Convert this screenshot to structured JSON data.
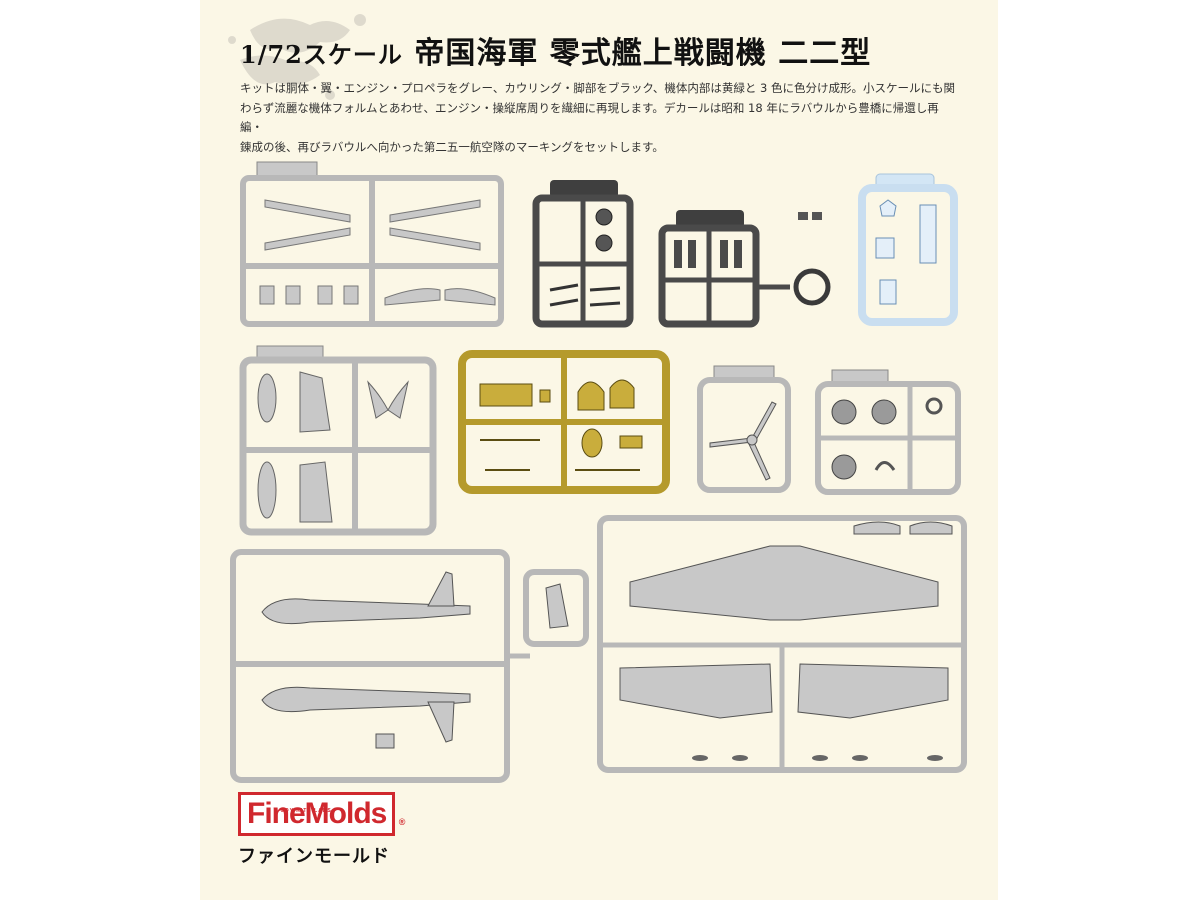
{
  "header": {
    "title_scale": "1/72スケール",
    "title_main": "帝国海軍 零式艦上戦闘機 二二型"
  },
  "description": [
    "キットは胴体・翼・エンジン・プロペラをグレー、カウリング・脚部をブラック、機体内部は黄緑と 3 色に色分け成形。小スケールにも関",
    "わらず流麗な機体フォルムとあわせ、エンジン・操縦席周りを繊細に再現します。デカールは昭和 18 年にラバウルから豊橋に帰還し再編・",
    "錬成の後、再びラバウルへ向かった第二五一航空隊のマーキングをセットします。"
  ],
  "brand": {
    "logo": "FineMolds",
    "logo_tagline": "JOY KITS LABS",
    "registered": "®",
    "kana": "ファインモールド"
  },
  "colors": {
    "background": "#fbf7e6",
    "sprue_grey": "#c8c8c8",
    "sprue_black": "#4a4a4a",
    "sprue_clear": "#d3e6f5",
    "sprue_olive": "#b59a2c",
    "brand_red": "#d0282e"
  },
  "sprue_sheets": [
    {
      "id": "grey-wings-small",
      "color": "grey"
    },
    {
      "id": "black-gear",
      "color": "black"
    },
    {
      "id": "black-cowling",
      "color": "black"
    },
    {
      "id": "clear-canopy",
      "color": "clear"
    },
    {
      "id": "grey-control-surfaces",
      "color": "grey"
    },
    {
      "id": "olive-cockpit",
      "color": "olive"
    },
    {
      "id": "grey-propeller",
      "color": "grey"
    },
    {
      "id": "grey-engine",
      "color": "grey"
    },
    {
      "id": "grey-fuselage",
      "color": "grey"
    },
    {
      "id": "grey-tail",
      "color": "grey"
    },
    {
      "id": "grey-main-wing",
      "color": "grey"
    }
  ]
}
